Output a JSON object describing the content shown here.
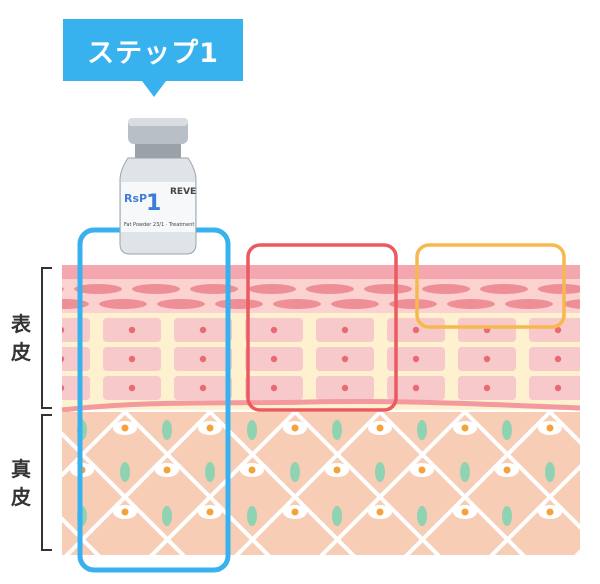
{
  "step_label": "ステップ1",
  "layers": {
    "epidermis": {
      "chars": [
        "表",
        "皮"
      ]
    },
    "dermis": {
      "chars": [
        "真",
        "皮"
      ]
    }
  },
  "vial": {
    "label_main": "RsP",
    "label_number": "1",
    "label_brand": "REVE",
    "label_fine_print": "Fat Powder 23/1 · Treatment"
  },
  "colors": {
    "step_badge": "#38b1ef",
    "highlight_blue": "#38b1ef",
    "highlight_red": "#ea5a5e",
    "highlight_orange": "#f5b94e",
    "stratum_band": "#f4a7ae",
    "epidermis_bg": "#fdf1cf",
    "epidermis_cell": "#f7c9cb",
    "dermis_bg": "#f8cdb6",
    "dermis_fiber": "#8fd3b2",
    "dermis_nucleus": "#f4a23a"
  }
}
